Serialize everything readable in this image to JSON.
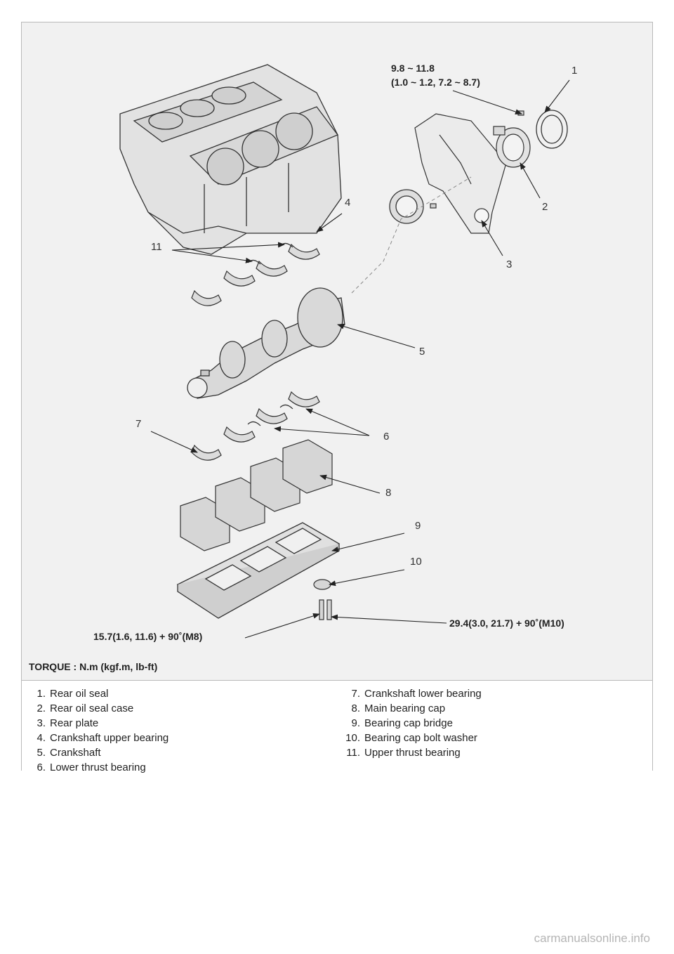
{
  "callouts": [
    {
      "id": "c1",
      "text": "1"
    },
    {
      "id": "c2",
      "text": "2"
    },
    {
      "id": "c3",
      "text": "3"
    },
    {
      "id": "c4",
      "text": "4"
    },
    {
      "id": "c5",
      "text": "5"
    },
    {
      "id": "c6",
      "text": "6"
    },
    {
      "id": "c7",
      "text": "7"
    },
    {
      "id": "c8",
      "text": "8"
    },
    {
      "id": "c9",
      "text": "9"
    },
    {
      "id": "c10",
      "text": "10"
    },
    {
      "id": "c11",
      "text": "11"
    }
  ],
  "torque_labels": {
    "rear_bolt_line1": "9.8 ~ 11.8",
    "rear_bolt_line2": "(1.0 ~ 1.2, 7.2 ~ 8.7)",
    "m8": "15.7(1.6, 11.6) + 90˚(M8)",
    "m10": "29.4(3.0, 21.7) + 90˚(M10)",
    "unit": "TORQUE : N.m (kgf.m, lb-ft)"
  },
  "legend_left": [
    {
      "num": "1.",
      "text": "Rear oil seal"
    },
    {
      "num": "2.",
      "text": "Rear oil seal case"
    },
    {
      "num": "3.",
      "text": "Rear plate"
    },
    {
      "num": "4.",
      "text": "Crankshaft upper bearing"
    },
    {
      "num": "5.",
      "text": "Crankshaft"
    },
    {
      "num": "6.",
      "text": "Lower thrust bearing"
    }
  ],
  "legend_right": [
    {
      "num": "7.",
      "text": "Crankshaft lower bearing"
    },
    {
      "num": "8.",
      "text": "Main bearing cap"
    },
    {
      "num": "9.",
      "text": "Bearing cap bridge"
    },
    {
      "num": "10.",
      "text": "Bearing cap bolt washer"
    },
    {
      "num": "11.",
      "text": "Upper thrust bearing"
    }
  ],
  "watermark": "carmanualsonline.info"
}
